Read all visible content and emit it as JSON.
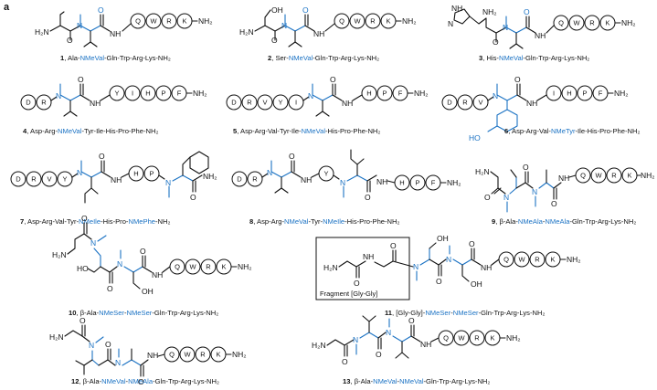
{
  "panel_label": "a",
  "colors": {
    "text": "#111111",
    "nmethyl": "#1c73c4"
  },
  "fragment_label": "Fragment [Gly-Gly]",
  "atoms": {
    "nh2": "NH₂",
    "h2n": "H₂N",
    "oh": "OH",
    "o": "O",
    "nh": "NH",
    "n": "N",
    "ho": "HO",
    "h2n_amide": "NH₂"
  },
  "compounds": [
    {
      "num": "1",
      "parts": [
        "Ala-",
        "NMeVal",
        "-Gln-Trp-Arg-Lys-NH₂"
      ],
      "beads": [
        "Q",
        "W",
        "R",
        "K"
      ]
    },
    {
      "num": "2",
      "parts": [
        "Ser-",
        "NMeVal",
        "-Gln-Trp-Arg-Lys-NH₂"
      ],
      "beads": [
        "Q",
        "W",
        "R",
        "K"
      ]
    },
    {
      "num": "3",
      "parts": [
        "His-",
        "NMeVal",
        "-Gln-Trp-Arg-Lys-NH₂"
      ],
      "beads": [
        "Q",
        "W",
        "R",
        "K"
      ]
    },
    {
      "num": "4",
      "parts": [
        "Asp-Arg-",
        "NMeVal",
        "-Tyr-Ile-His-Pro-Phe-NH₂"
      ],
      "beads_left": [
        "D",
        "R"
      ],
      "beads": [
        "Y",
        "I",
        "H",
        "P",
        "F"
      ]
    },
    {
      "num": "5",
      "parts": [
        "Asp-Arg-Val-Tyr-Ile-",
        "NMeVal",
        "-His-Pro-Phe-NH₂"
      ],
      "beads_left": [
        "D",
        "R",
        "V",
        "Y",
        "I"
      ],
      "beads": [
        "H",
        "P",
        "F"
      ]
    },
    {
      "num": "6",
      "parts": [
        "Asp-Arg-Val-",
        "NMeTyr",
        "-Ile-His-Pro-Phe-NH₂"
      ],
      "beads_left": [
        "D",
        "R",
        "V"
      ],
      "beads": [
        "I",
        "H",
        "P",
        "F"
      ]
    },
    {
      "num": "7",
      "parts": [
        "Asp-Arg-Val-Tyr-",
        "NMeIle",
        "-His-Pro-",
        "NMePhe",
        "-NH₂"
      ],
      "beads_left": [
        "D",
        "R",
        "V",
        "Y"
      ],
      "beads": [
        "H",
        "P"
      ]
    },
    {
      "num": "8",
      "parts": [
        "Asp-Arg-",
        "NMeVal",
        "-Tyr-",
        "NMeIle",
        "-His-Pro-Phe-NH₂"
      ],
      "beads_left": [
        "D",
        "R"
      ],
      "beads_mid": [
        "Y"
      ],
      "beads": [
        "H",
        "P",
        "F"
      ]
    },
    {
      "num": "9",
      "parts": [
        "β-Ala-",
        "NMeAla",
        "-",
        "NMeAla",
        "-Gln-Trp-Arg-Lys-NH₂"
      ],
      "beads": [
        "Q",
        "W",
        "R",
        "K"
      ]
    },
    {
      "num": "10",
      "parts": [
        "β-Ala-",
        "NMeSer",
        "-",
        "NMeSer",
        "-Gln-Trp-Arg-Lys-NH₂"
      ],
      "beads": [
        "Q",
        "W",
        "R",
        "K"
      ]
    },
    {
      "num": "11",
      "parts": [
        "[Gly-Gly]-",
        "NMeSer",
        "-",
        "NMeSer",
        "-Gln-Trp-Arg-Lys-NH₂"
      ],
      "beads": [
        "Q",
        "W",
        "R",
        "K"
      ]
    },
    {
      "num": "12",
      "parts": [
        "β-Ala-",
        "NMeVal",
        "-",
        "NMeAla",
        "-Gln-Trp-Arg-Lys-NH₂"
      ],
      "beads": [
        "Q",
        "W",
        "R",
        "K"
      ]
    },
    {
      "num": "13",
      "parts": [
        "β-Ala-",
        "NMeVal",
        "-",
        "NMeVal",
        "-Gln-Trp-Arg-Lys-NH₂"
      ],
      "beads": [
        "Q",
        "W",
        "R",
        "K"
      ]
    }
  ]
}
